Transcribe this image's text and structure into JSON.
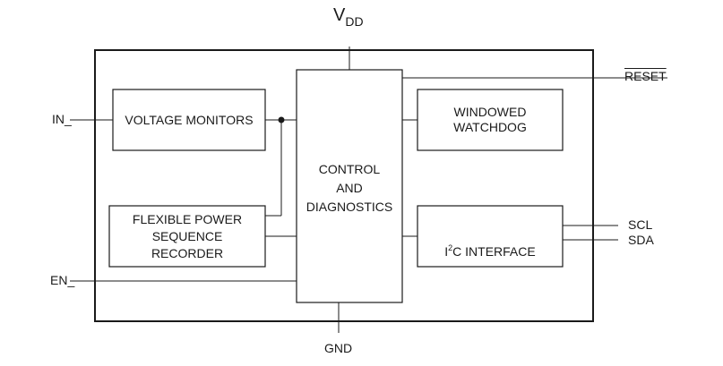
{
  "blocks": {
    "voltage_monitors": "VOLTAGE MONITORS",
    "control": "CONTROL\nAND\nDIAGNOSTICS",
    "windowed_watchdog": "WINDOWED\nWATCHDOG",
    "power_sequence": "FLEXIBLE POWER\nSEQUENCE\nRECORDER",
    "i2c_prefix": "I",
    "i2c_sup": "2",
    "i2c_rest": "C INTERFACE"
  },
  "pins": {
    "vdd_main": "V",
    "vdd_sub": "DD",
    "gnd": "GND",
    "reset": "RESET",
    "in": "IN_",
    "en": "EN_",
    "scl": "SCL",
    "sda": "SDA"
  }
}
